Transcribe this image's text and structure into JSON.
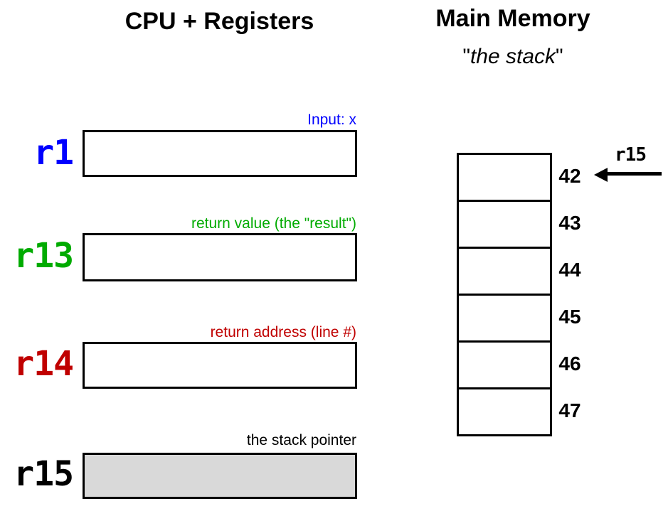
{
  "colors": {
    "register_r1_accent": "#0000FF",
    "register_r13_accent": "#00AB00",
    "register_r14_accent": "#C00000",
    "register_r15_accent": "#000000",
    "r15_box_fill": "#D9D9D9",
    "box_border": "#000000"
  },
  "cpu_panel": {
    "title": "CPU + Registers",
    "registers": [
      {
        "name": "r1",
        "annotation": "Input: x"
      },
      {
        "name": "r13",
        "annotation": "return value (the \"result\")"
      },
      {
        "name": "r14",
        "annotation": "return address (line #)"
      },
      {
        "name": "r15",
        "annotation": "the stack pointer"
      }
    ]
  },
  "memory_panel": {
    "title": "Main Memory",
    "subtitle_open_quote": "\"",
    "subtitle_text": "the stack",
    "subtitle_close_quote": "\"",
    "address_labels": [
      "42",
      "43",
      "44",
      "45",
      "46",
      "47"
    ],
    "pointer_label": "r15"
  }
}
